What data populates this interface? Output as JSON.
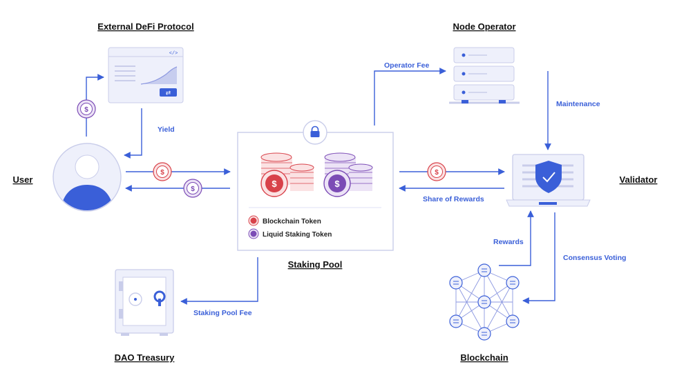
{
  "nodes": {
    "external_defi": "External DeFi Protocol",
    "node_operator": "Node Operator",
    "user": "User",
    "validator": "Validator",
    "staking_pool": "Staking Pool",
    "dao_treasury": "DAO Treasury",
    "blockchain": "Blockchain"
  },
  "edges": {
    "operator_fee": "Operator Fee",
    "maintenance": "Maintenance",
    "yield": "Yield",
    "share_of_rewards": "Share of Rewards",
    "rewards": "Rewards",
    "consensus_voting": "Consensus Voting",
    "staking_pool_fee": "Staking Pool Fee"
  },
  "legend": {
    "blockchain_token": "Blockchain Token",
    "liquid_staking_token": "Liquid Staking Token"
  },
  "icons": {
    "coin_symbol": "$",
    "code_tag": "</>",
    "swap": "⇄"
  },
  "colors": {
    "accent": "#3a5fd8",
    "red_token": "#d8424a",
    "purple_token": "#7b4bb5",
    "panel_bg": "#eef0fb",
    "panel_border": "#c9cdea"
  }
}
